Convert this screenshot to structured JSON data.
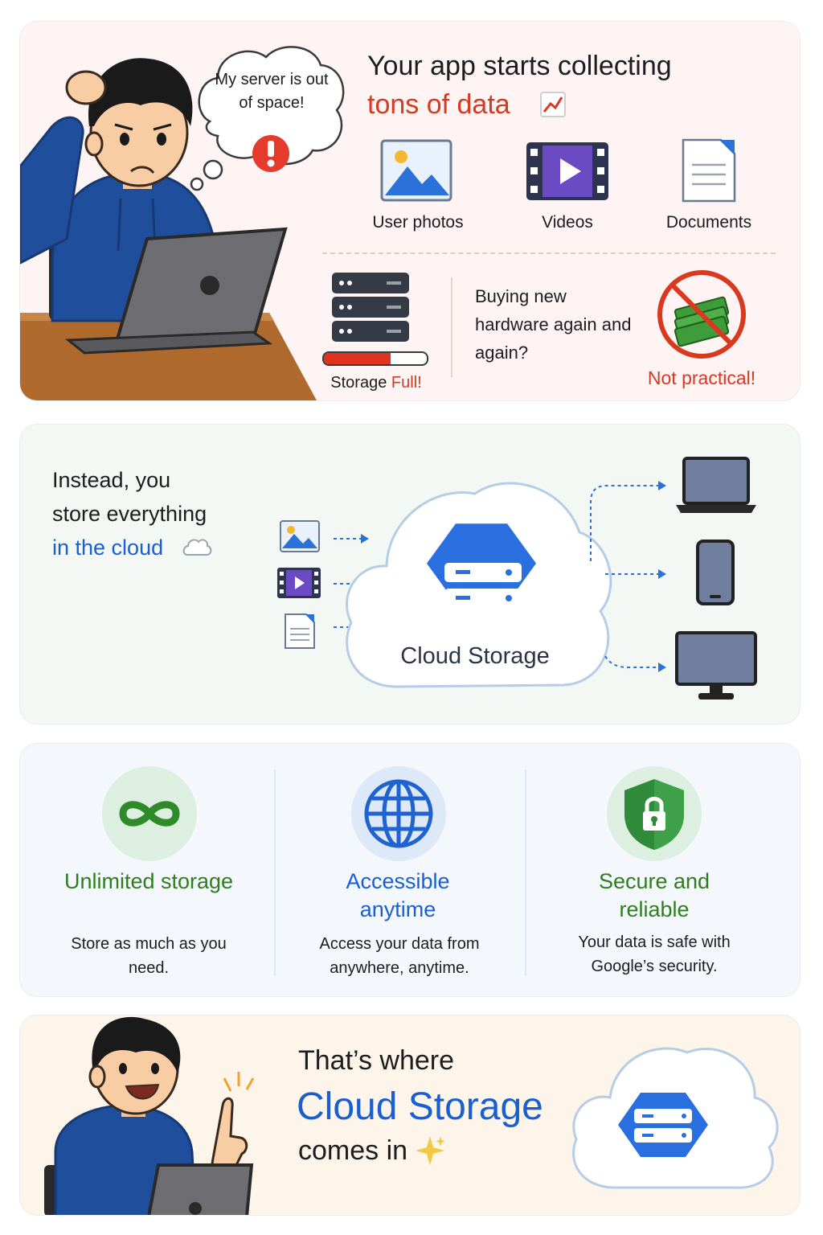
{
  "problem": {
    "thought": "My server is out of space!",
    "title_line1": "Your app starts collecting",
    "title_line2": "tons of data",
    "title_icon": "chart-up-icon",
    "data_types": [
      {
        "label": "User photos",
        "icon": "photo-icon"
      },
      {
        "label": "Videos",
        "icon": "video-icon"
      },
      {
        "label": "Documents",
        "icon": "document-icon"
      }
    ],
    "storage_label": "Storage",
    "storage_status": "Full!",
    "storage_fill_fraction": 0.65,
    "hardware_question": "Buying new hardware again and again?",
    "not_practical": "Not practical!",
    "colors": {
      "accent_red": "#d9391f"
    }
  },
  "solution": {
    "line1": "Instead, you",
    "line2": "store everything",
    "line3": "in the cloud",
    "cloud_label": "Cloud Storage",
    "inputs": [
      "photo-icon",
      "video-icon",
      "document-icon"
    ],
    "devices": [
      "laptop-icon",
      "phone-icon",
      "monitor-icon"
    ],
    "colors": {
      "accent_blue": "#1a5fd1"
    }
  },
  "benefits": [
    {
      "title": "Unlimited storage",
      "desc": "Store as much as you need.",
      "icon": "infinity-icon",
      "color": "#2f7d1f"
    },
    {
      "title": "Accessible anytime",
      "desc": "Access your data from anywhere, anytime.",
      "icon": "globe-icon",
      "color": "#1a5fd1"
    },
    {
      "title": "Secure and reliable",
      "desc": "Your data is safe with Google’s security.",
      "icon": "shield-lock-icon",
      "color": "#2f7d1f"
    }
  ],
  "closing": {
    "line1": "That’s where",
    "line2": "Cloud Storage",
    "line3": "comes in",
    "sparkle": "sparkle-icon"
  }
}
